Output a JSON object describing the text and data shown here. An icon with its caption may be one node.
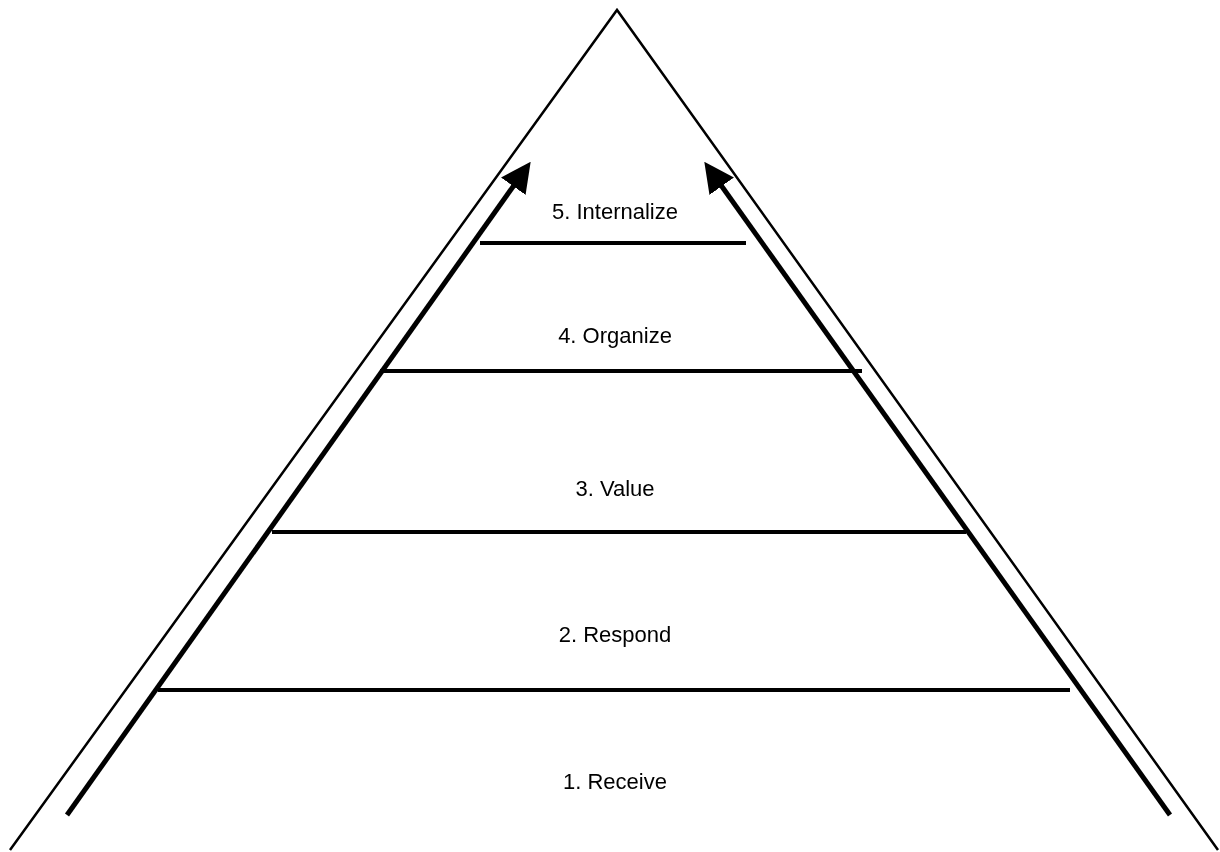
{
  "diagram": {
    "nodes": [
      {
        "text": [
          "5. Internalize"
        ]
      },
      {
        "text": [
          "4. Organize"
        ]
      },
      {
        "text": [
          "3. Value"
        ]
      },
      {
        "text": [
          "2. Respond"
        ]
      },
      {
        "text": [
          "1. Receive"
        ]
      }
    ]
  }
}
